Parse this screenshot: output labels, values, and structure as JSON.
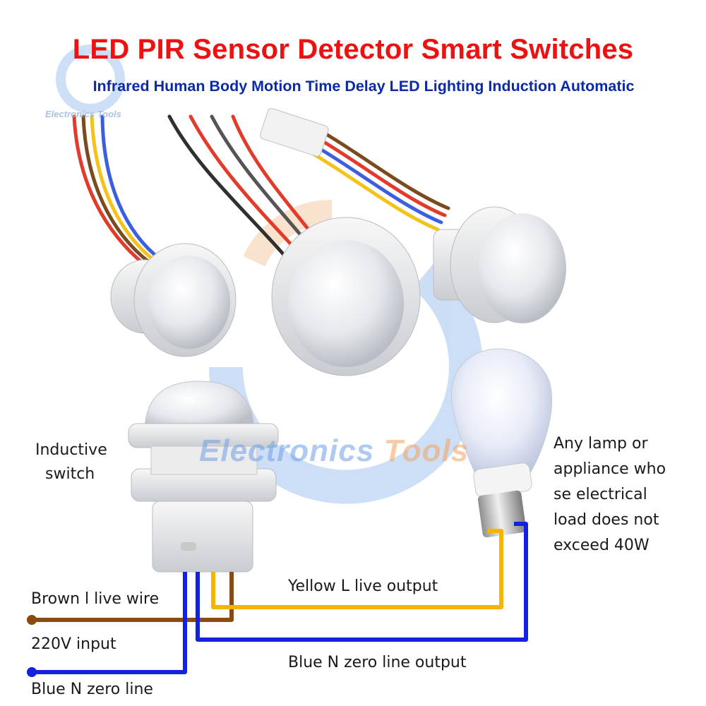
{
  "title": "LED PIR Sensor Detector Smart Switches",
  "subtitle": "Infrared Human Body Motion Time Delay LED Lighting Induction Automatic",
  "watermark": {
    "brand_small": "Electronics Tools",
    "brand_word1": "Electronics",
    "brand_word2": "Tools"
  },
  "diagram": {
    "inductive_switch_line1": "Inductive",
    "inductive_switch_line2": "switch",
    "lamp_note": [
      "Any lamp or",
      "appliance who",
      "se electrical",
      "load does not",
      "exceed 40W"
    ],
    "brown_wire": "Brown l live wire",
    "input": "220V input",
    "blue_line": "Blue N zero line",
    "yellow_output": "Yellow L live output",
    "blue_output": "Blue N zero line output"
  },
  "colors": {
    "title": "#ee1111",
    "subtitle": "#0b2aa8",
    "wire_brown": "#8a4a10",
    "wire_yellow": "#f5b400",
    "wire_blue": "#1222e0"
  }
}
